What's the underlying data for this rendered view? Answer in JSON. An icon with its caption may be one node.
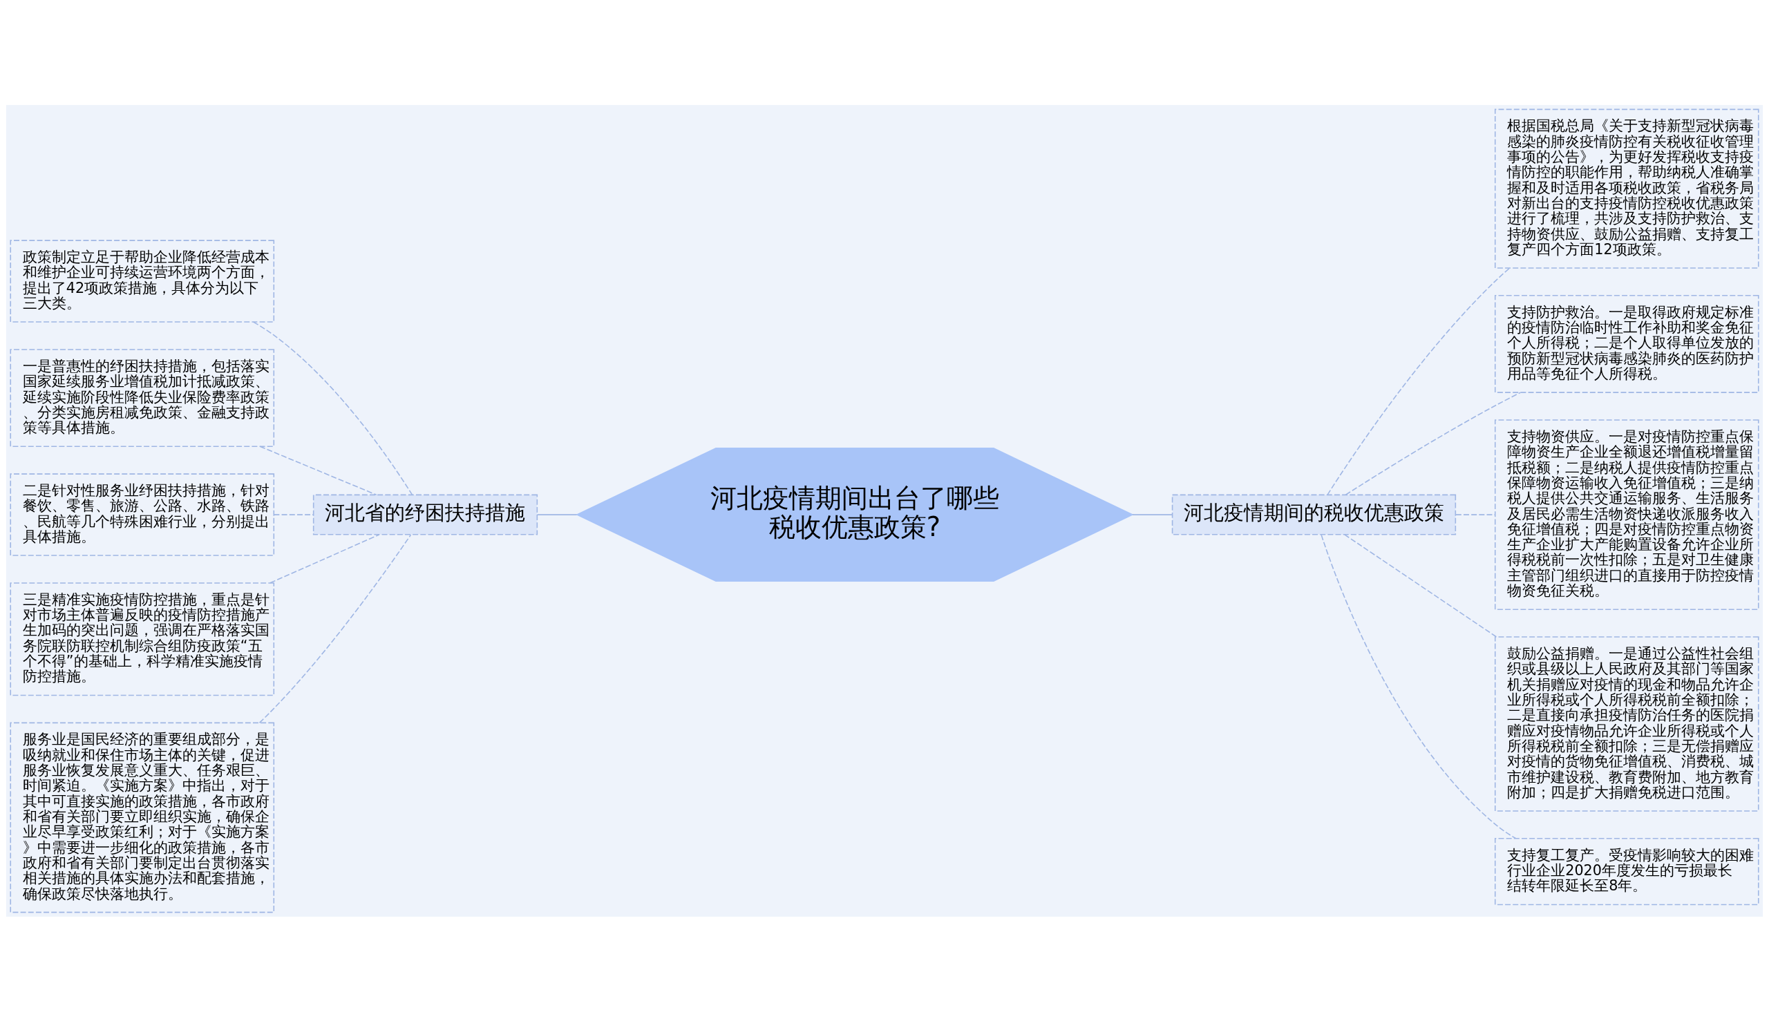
{
  "diagram": {
    "nodes": [
      {
        "text": [
          "河北疫情期间出台了哪些税收优惠政策?"
        ]
      },
      {
        "text": [
          "河北省的纾困扶持措施"
        ]
      },
      {
        "text": [
          "政策制定立足于帮助企业降低经营成本和维护企业可持续运营环境两个方面，提出了42项政策措施，具体分为以下三大类。"
        ]
      },
      {
        "text": [
          "一是普惠性的纾困扶持措施，包括落实国家延续服务业增值税加计抵减政策、延续实施阶段性降低失业保险费率政策、分类实施房租减免政策、金融支持政策等具体措施。"
        ]
      },
      {
        "text": [
          "二是针对性服务业纾困扶持措施，针对餐饮、零售、旅游、公路、水路、铁路、民航等几个特殊困难行业，分别提出具体措施。"
        ]
      },
      {
        "text": [
          "三是精准实施疫情防控措施，重点是针对市场主体普遍反映的疫情防控措施产生加码的突出问题，强调在严格落实国务院联防联控机制综合组防疫政策“五个不得”的基础上，科学精准实施疫情防控措施。"
        ]
      },
      {
        "text": [
          "服务业是国民经济的重要组成部分，是吸纳就业和保住市场主体的关键，促进服务业恢复发展意义重大、任务艰巨、时间紧迫。《实施方案》中指出，对于其中可直接实施的政策措施，各市政府和省有关部门要立即组织实施，确保企业尽早享受政策红利；对于《实施方案》中需要进一步细化的政策措施，各市政府和省有关部门要制定出台贯彻落实相关措施的具体实施办法和配套措施，确保政策尽快落地执行。"
        ]
      },
      {
        "text": [
          "河北疫情期间的税收优惠政策"
        ]
      },
      {
        "text": [
          "根据国税总局《关于支持新型冠状病毒感染的肺炎疫情防控有关税收征收管理事项的公告》，为更好发挥税收支持疫情防控的职能作用，帮助纳税人准确掌握和及时适用各项税收政策，省税务局对新出台的支持疫情防控税收优惠政策进行了梳理，共涉及支持防护救治、支持物资供应、鼓励公益捐赠、支持复工复产四个方面12项政策。"
        ]
      },
      {
        "text": [
          "支持防护救治。一是取得政府规定标准的疫情防治临时性工作补助和奖金免征个人所得税；二是个人取得单位发放的预防新型冠状病毒感染肺炎的医药防护用品等免征个人所得税。"
        ]
      },
      {
        "text": [
          "支持物资供应。一是对疫情防控重点保障物资生产企业全额退还增值税增量留抵税额；二是纳税人提供疫情防控重点保障物资运输收入免征增值税；三是纳税人提供公共交通运输服务、生活服务及居民必需生活物资快递收派服务收入免征增值税；四是对疫情防控重点物资生产企业扩大产能购置设备允许企业所得税税前一次性扣除；五是对卫生健康主管部门组织进口的直接用于防控疫情物资免征关税。"
        ]
      },
      {
        "text": [
          "鼓励公益捐赠。一是通过公益性社会组织或县级以上人民政府及其部门等国家机关捐赠应对疫情的现金和物品允许企业所得税或个人所得税税前全额扣除；二是直接向承担疫情防治任务的医院捐赠应对疫情物品允许企业所得税或个人所得税税前全额扣除；三是无偿捐赠应对疫情的货物免征增值税、消费税、城市维护建设税、教育费附加、地方教育附加；四是扩大捐赠免税进口范围。"
        ]
      },
      {
        "text": [
          "支持复工复产。受疫情影响较大的困难行业企业2020年度发生的亏损最长结转年限延长至8年。"
        ]
      }
    ],
    "edges": [
      {
        "from": 0,
        "to": 1,
        "arrow": "none"
      },
      {
        "from": 1,
        "to": 2,
        "arrow": "none",
        "style": "dashed"
      },
      {
        "from": 1,
        "to": 3,
        "arrow": "none",
        "style": "dashed"
      },
      {
        "from": 1,
        "to": 4,
        "arrow": "none",
        "style": "dashed"
      },
      {
        "from": 1,
        "to": 5,
        "arrow": "none",
        "style": "dashed"
      },
      {
        "from": 1,
        "to": 6,
        "arrow": "none",
        "style": "dashed"
      },
      {
        "from": 0,
        "to": 7,
        "arrow": "none"
      },
      {
        "from": 7,
        "to": 8,
        "arrow": "none",
        "style": "dashed"
      },
      {
        "from": 7,
        "to": 9,
        "arrow": "none",
        "style": "dashed"
      },
      {
        "from": 7,
        "to": 10,
        "arrow": "none",
        "style": "dashed"
      },
      {
        "from": 7,
        "to": 11,
        "arrow": "none",
        "style": "dashed"
      },
      {
        "from": 7,
        "to": 12,
        "arrow": "none",
        "style": "dashed"
      }
    ]
  }
}
